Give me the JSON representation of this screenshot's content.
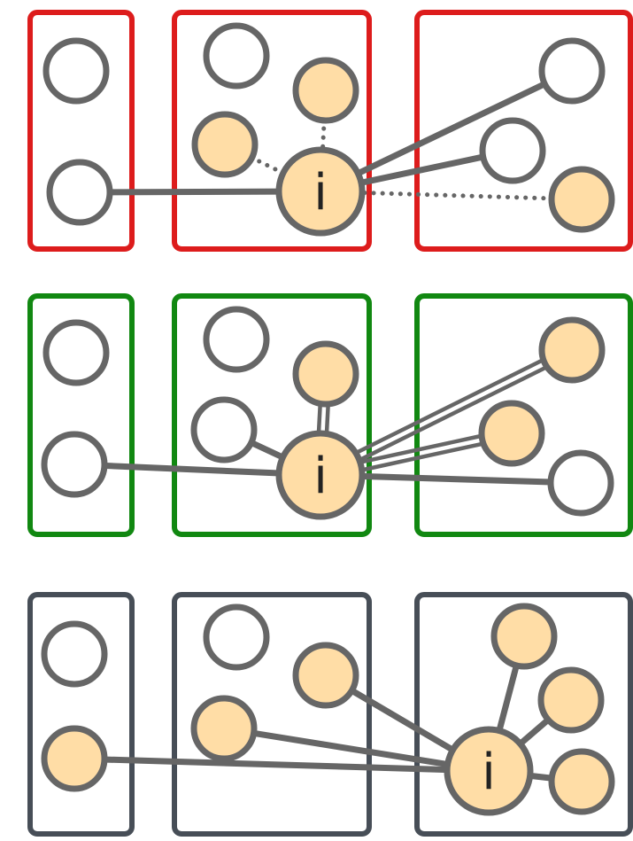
{
  "figure": {
    "center_node_label": "i"
  },
  "colors": {
    "node_stroke": "#666666",
    "edge_stroke": "#666666",
    "node_fill_empty": "#ffffff",
    "node_fill_active": "#FFDDA6",
    "label": "#222222",
    "row_frames": [
      "#DD1C1C",
      "#118811",
      "#474E57"
    ]
  },
  "rows": [
    {
      "id": "red",
      "frame_color": "#DD1C1C",
      "groups": [
        {
          "nodes": [
            {
              "active": false
            },
            {
              "active": false
            }
          ]
        },
        {
          "nodes": [
            {
              "active": false
            },
            {
              "active": true
            },
            {
              "active": true
            },
            {
              "active": true,
              "center": true
            }
          ]
        },
        {
          "nodes": [
            {
              "active": false
            },
            {
              "active": false
            },
            {
              "active": true
            }
          ]
        }
      ],
      "edges": [
        {
          "style": "solid"
        },
        {
          "style": "dotted"
        },
        {
          "style": "dotted"
        },
        {
          "style": "solid"
        },
        {
          "style": "solid"
        },
        {
          "style": "dotted"
        }
      ]
    },
    {
      "id": "green",
      "frame_color": "#118811",
      "groups": [
        {
          "nodes": [
            {
              "active": false
            },
            {
              "active": false
            }
          ]
        },
        {
          "nodes": [
            {
              "active": false
            },
            {
              "active": true
            },
            {
              "active": false
            },
            {
              "active": true,
              "center": true
            }
          ]
        },
        {
          "nodes": [
            {
              "active": true
            },
            {
              "active": true
            },
            {
              "active": false
            }
          ]
        }
      ],
      "edges": [
        {
          "style": "solid"
        },
        {
          "style": "double"
        },
        {
          "style": "solid"
        },
        {
          "style": "double"
        },
        {
          "style": "double"
        },
        {
          "style": "solid"
        }
      ]
    },
    {
      "id": "gray",
      "frame_color": "#474E57",
      "groups": [
        {
          "nodes": [
            {
              "active": false
            },
            {
              "active": true
            }
          ]
        },
        {
          "nodes": [
            {
              "active": false
            },
            {
              "active": true
            },
            {
              "active": true
            }
          ]
        },
        {
          "nodes": [
            {
              "active": true
            },
            {
              "active": true
            },
            {
              "active": true
            },
            {
              "active": true,
              "center": true
            }
          ]
        }
      ],
      "edges": [
        {
          "style": "solid"
        },
        {
          "style": "solid"
        },
        {
          "style": "solid"
        },
        {
          "style": "solid"
        },
        {
          "style": "solid"
        },
        {
          "style": "solid"
        }
      ]
    }
  ]
}
